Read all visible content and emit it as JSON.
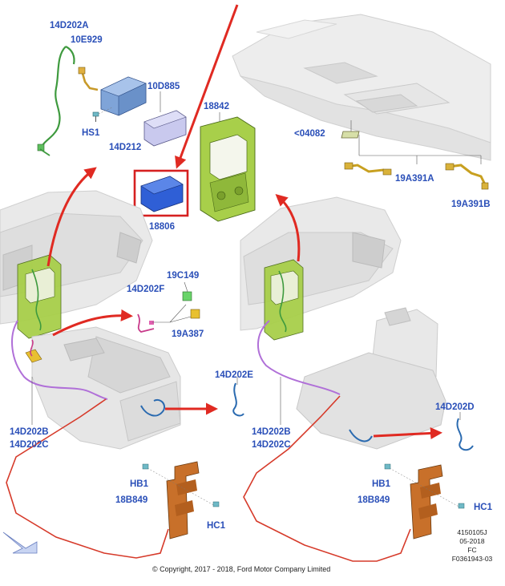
{
  "parts": {
    "p_14d202a": "14D202A",
    "p_10e929": "10E929",
    "p_10d885": "10D885",
    "p_18842": "18842",
    "p_hs1": "HS1",
    "p_14d212": "14D212",
    "p_18806": "18806",
    "p_04082": "<04082",
    "p_19a391a": "19A391A",
    "p_19a391b": "19A391B",
    "p_19c149": "19C149",
    "p_14d202f": "14D202F",
    "p_19a387": "19A387",
    "p_14d202e": "14D202E",
    "p_14d202d": "14D202D",
    "p_14d202b_l": "14D202B",
    "p_14d202c_l": "14D202C",
    "p_14d202b_r": "14D202B",
    "p_14d202c_r": "14D202C",
    "p_hb1_l": "HB1",
    "p_18b849_l": "18B849",
    "p_hc1_l": "HC1",
    "p_hb1_r": "HB1",
    "p_18b849_r": "18B849",
    "p_hc1_r": "HC1"
  },
  "footer": {
    "copyright": "© Copyright, 2017 - 2018, Ford Motor Company Limited",
    "ref_line1": "4150105J",
    "ref_line2": "05-2018",
    "ref_line3": "FC",
    "ref_line4": "F0361943-03"
  },
  "colors": {
    "label": "#2a4fb8",
    "highlight_box": "#d62020",
    "arrow": "#e02a22",
    "harness_purple": "#b070d8",
    "harness_red": "#d63a2a",
    "module_blue": "#7fa4d8",
    "bezel_green": "#a8cf4a",
    "bracket_orange": "#c8702a"
  }
}
